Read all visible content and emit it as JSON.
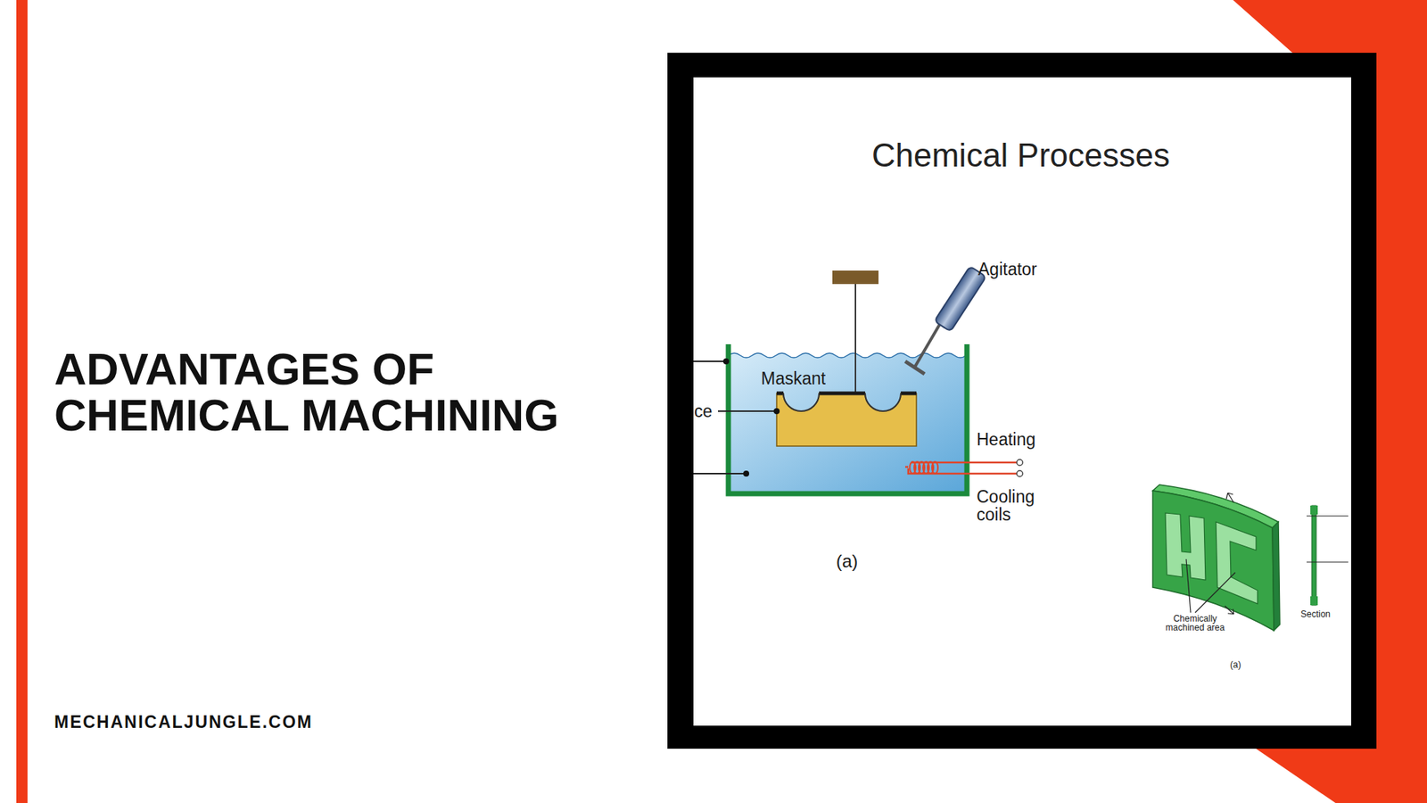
{
  "diagram": {
    "title": "ADVANTAGES OF CHEMICAL MACHINING",
    "labels": [
      "MECHANICALJUNGLE.COM",
      "Chemical Processes",
      "Agitator",
      "Maskant",
      "ce",
      "Heating",
      "Cooling coils",
      "(a)",
      "Chemically machined area",
      "Section",
      "(a)"
    ]
  }
}
